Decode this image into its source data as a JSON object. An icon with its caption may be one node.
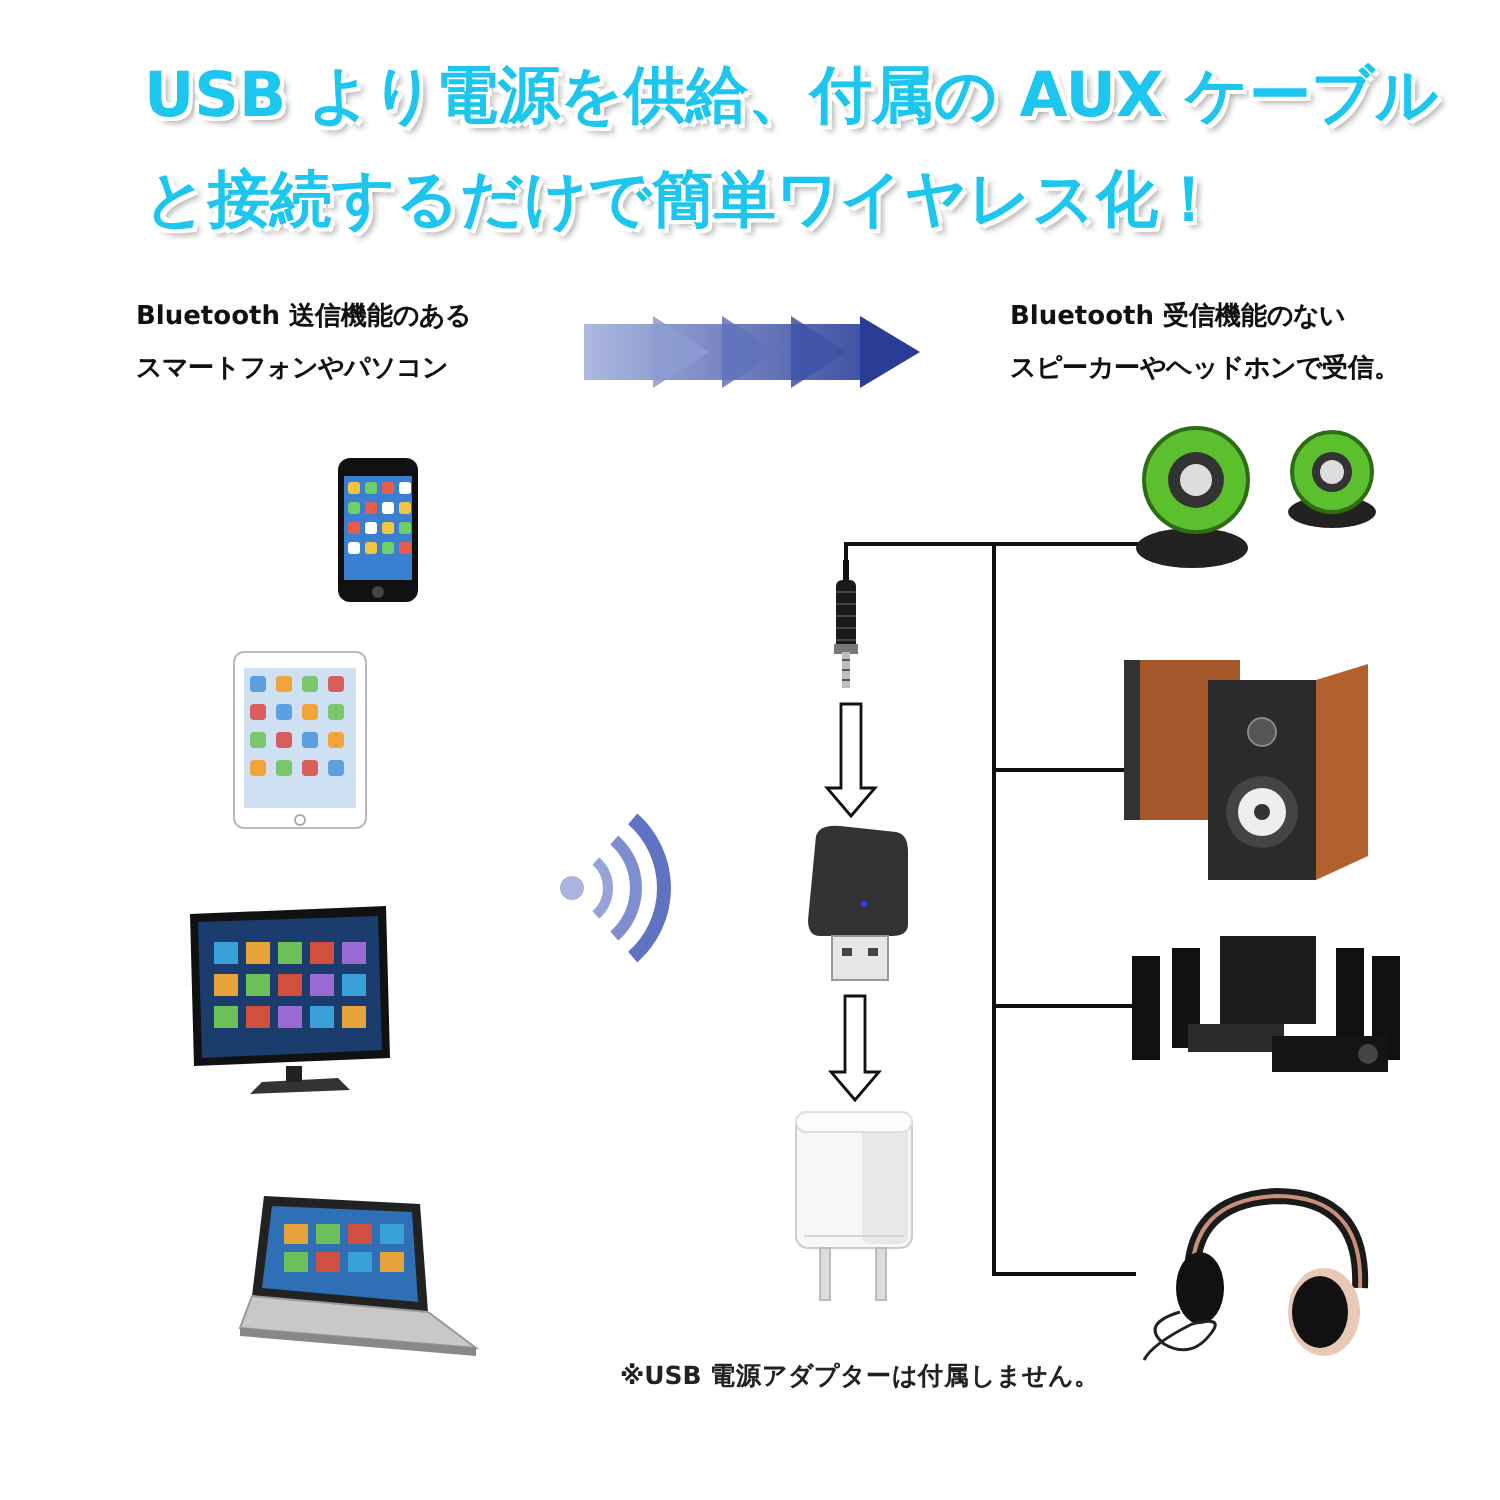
{
  "diagram": {
    "title": "USB より電源を供給、付属の AUX ケーブルと接続するだけで簡単ワイヤレス化！",
    "nodes": [
      {
        "text": [
          "Bluetooth 送信機能のある",
          "スマートフォンやパソコン"
        ]
      },
      {
        "text": [
          "Bluetooth 受信機能のない",
          "スピーカーやヘッドホンで受信。"
        ]
      },
      {
        "text": [],
        "shape": "picture"
      },
      {
        "text": [],
        "shape": "picture"
      },
      {
        "text": [],
        "shape": "picture"
      },
      {
        "text": [],
        "shape": "picture"
      },
      {
        "text": [],
        "shape": "picture"
      },
      {
        "text": [],
        "shape": "picture"
      },
      {
        "text": [],
        "shape": "picture"
      },
      {
        "text": [],
        "shape": "picture"
      },
      {
        "text": [],
        "shape": "picture"
      },
      {
        "text": [],
        "shape": "picture"
      },
      {
        "text": [],
        "shape": "picture"
      }
    ],
    "edges": [
      {
        "from": 0,
        "to": 1,
        "arrow": "to",
        "style": "thick",
        "color": "#2b3c96"
      },
      {
        "from": 6,
        "to": 7,
        "arrow": "to"
      },
      {
        "from": 7,
        "to": 8,
        "arrow": "to"
      },
      {
        "from": 6,
        "to": 9,
        "arrow": "none"
      },
      {
        "from": 6,
        "to": 10,
        "arrow": "none"
      },
      {
        "from": 6,
        "to": 11,
        "arrow": "none"
      },
      {
        "from": 6,
        "to": 12,
        "arrow": "none"
      }
    ],
    "labels": [
      "※USB 電源アダプターは付属しません。"
    ]
  }
}
